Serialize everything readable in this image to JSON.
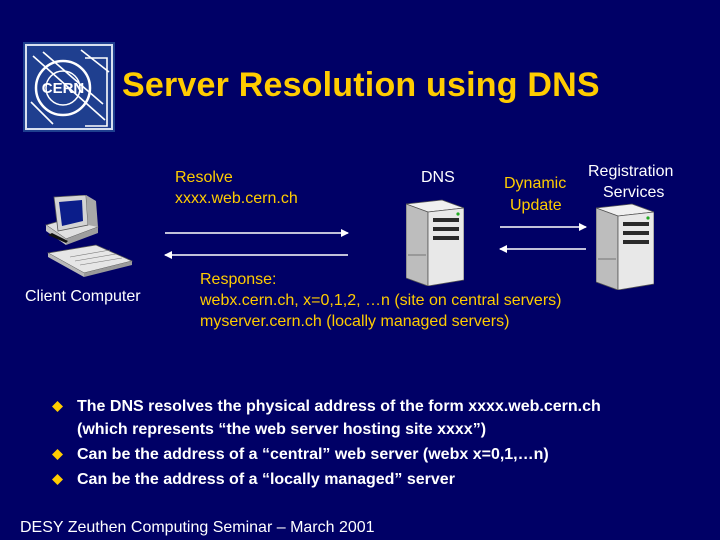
{
  "logo": {
    "text": "CERN"
  },
  "title": "Server Resolution using DNS",
  "diagram": {
    "resolve_line1": "Resolve",
    "resolve_line2": "xxxx.web.cern.ch",
    "dns_label": "DNS",
    "dynamic_line1": "Dynamic",
    "dynamic_line2": "Update",
    "registration_line1": "Registration",
    "registration_line2": "Services",
    "client_label": "Client Computer",
    "response_line1": "Response:",
    "response_line2": "webx.cern.ch, x=0,1,2, …n (site on central servers)",
    "response_line3": "myserver.cern.ch (locally managed servers)"
  },
  "bullets": [
    {
      "text1": "The DNS resolves the physical address of the form xxxx.web.cern.ch",
      "text2": "(which represents “the web server hosting site xxxx”)"
    },
    {
      "text1": "Can be the address of a “central” web server (webx x=0,1,…n)"
    },
    {
      "text1": "Can be the address of a “locally managed” server"
    }
  ],
  "footer": "DESY Zeuthen Computing Seminar – March 2001",
  "colors": {
    "background": "#000066",
    "title": "#FFCC00",
    "text": "#FFFFFF",
    "bullet": "#FFCC00"
  }
}
